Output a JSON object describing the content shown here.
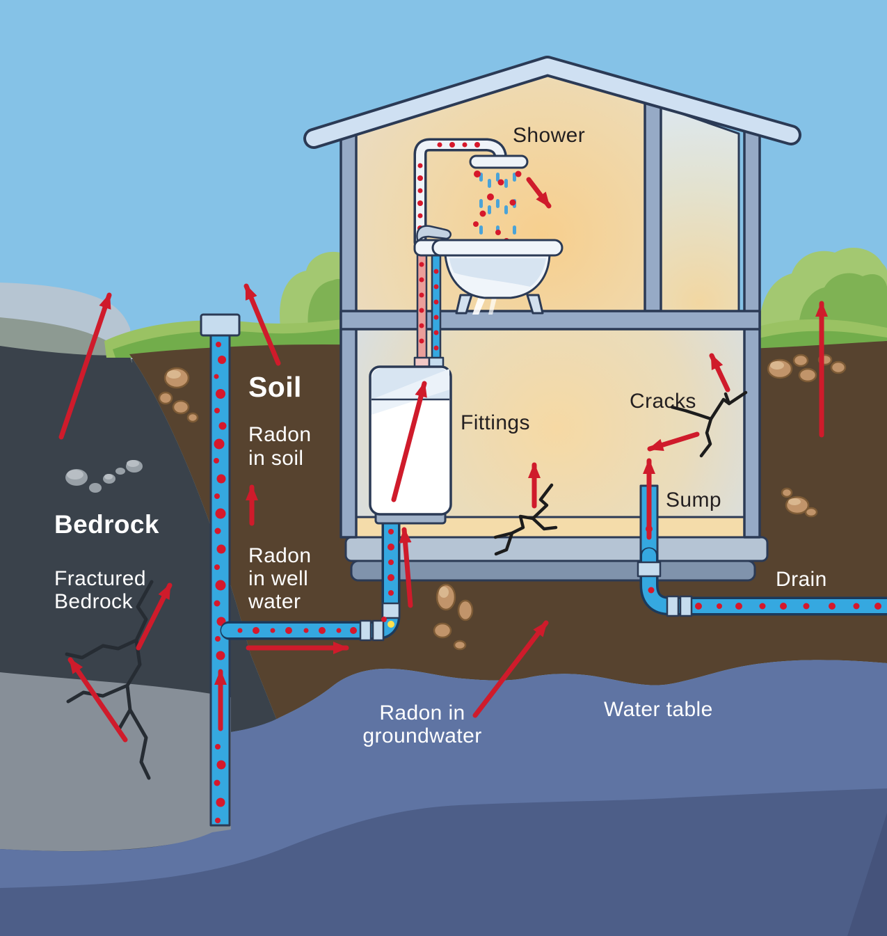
{
  "diagram": {
    "subject": "How radon enters a home through soil, water and bedrock"
  },
  "labels": {
    "shower": "Shower",
    "soil": "Soil",
    "radon_in_soil": [
      "Radon",
      "in soil"
    ],
    "radon_in_well_water": [
      "Radon",
      "in well",
      "water"
    ],
    "bedrock": "Bedrock",
    "fractured_bedrock": [
      "Fractured",
      "Bedrock"
    ],
    "fittings": "Fittings",
    "cracks": "Cracks",
    "sump": "Sump",
    "drain": "Drain",
    "radon_in_groundwater": [
      "Radon in",
      "groundwater"
    ],
    "water_table": "Water table"
  },
  "colors": {
    "sky": "#85c2e7",
    "grass": "#72ad4b",
    "grass_light": "#9ac263",
    "bush_light": "#a3c871",
    "bush_dark": "#7fb254",
    "soil": "#57432f",
    "soil_pebble": "#c1946a",
    "pebble_outline": "#7d5b36",
    "bedrock": "#3a424b",
    "bedrock_cap": "#b6c5d2",
    "bedrock_band": "#8d9a92",
    "fractured_bedrock": "#878f98",
    "bedrock_pebble": "#98a0a7",
    "water": "#5f74a3",
    "water_dark": "#4d5e88",
    "water_corner": "#45537b",
    "pipe_blue": "#35a8e0",
    "pipe_outline": "#1b3a5c",
    "coupler": "#c6dcee",
    "hot_pipe": "#eb9f9a",
    "radon_dot": "#d6182b",
    "yellow_dot": "#ffe14d",
    "shower_water": "#4aa3d8",
    "house_frame": "#96aac6",
    "outline": "#2b3a55",
    "roof": "#cfe0f2",
    "floor_tan": "#f4dcaa",
    "slab": "#b5c4d4",
    "footing": "#8093ac",
    "heater_top": "#d8e5f2",
    "heater_base": "#a2b3c9",
    "tub": "#f0f5fa",
    "crack": "#1c1c1c",
    "crack_rock": "#262c33",
    "arrow": "#cf1b2b",
    "label_dark": "#231f20",
    "label_light": "#ffffff"
  }
}
